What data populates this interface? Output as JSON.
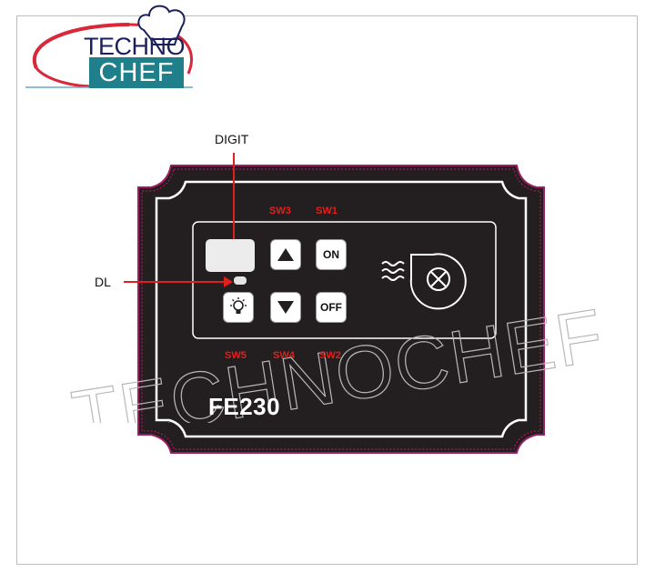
{
  "logo": {
    "line1": "TECHNO",
    "line2": "CHEF",
    "colors": {
      "navy": "#1c1f5e",
      "teal": "#1f7f8a",
      "red": "#d8283a"
    }
  },
  "watermark": "TECHNOCHEF.IT",
  "callouts": {
    "digit": "DIGIT",
    "dl": "DL"
  },
  "switch_labels": {
    "sw1": "SW1",
    "sw2": "SW2",
    "sw3": "SW3",
    "sw4": "SW4",
    "sw5": "SW5"
  },
  "buttons": {
    "on": "ON",
    "off": "OFF",
    "up": "up-arrow-icon",
    "down": "down-arrow-icon",
    "light": "light-bulb-icon"
  },
  "model": "FE230",
  "colors": {
    "panel": "#231f20",
    "border_magenta": "#9b1f63",
    "label_red": "#e0201c"
  }
}
